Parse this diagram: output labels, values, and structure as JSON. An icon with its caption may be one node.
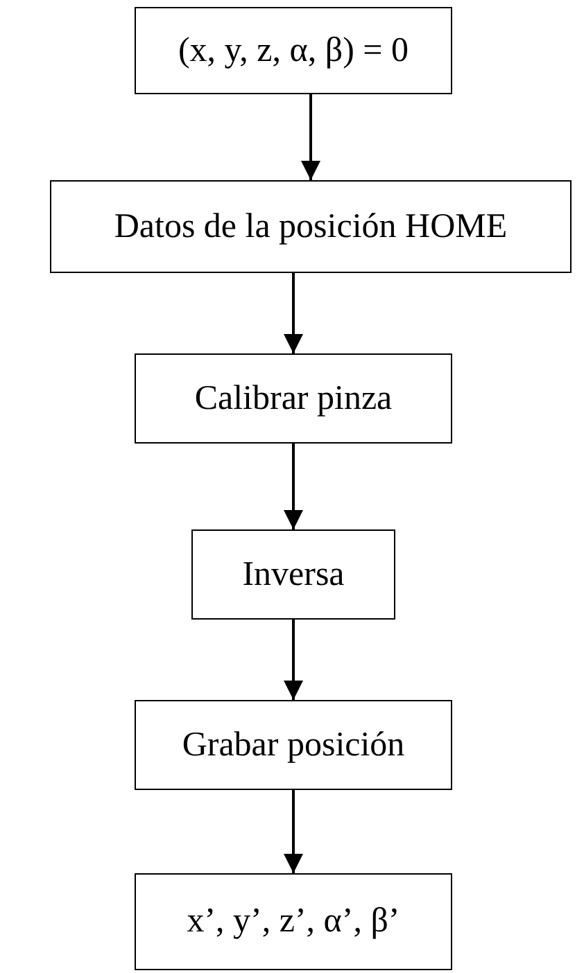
{
  "diagram": {
    "nodes": [
      {
        "text": [
          "(x, y, z, α, β) = 0"
        ]
      },
      {
        "text": [
          "Datos de la posición HOME"
        ]
      },
      {
        "text": [
          "Calibrar pinza"
        ]
      },
      {
        "text": [
          "Inversa"
        ]
      },
      {
        "text": [
          "Grabar posición"
        ]
      },
      {
        "text": [
          "x’, y’, z’, α’, β’"
        ]
      }
    ],
    "edges": [
      {
        "from": 0,
        "to": 1,
        "arrow": "to"
      },
      {
        "from": 1,
        "to": 2,
        "arrow": "to"
      },
      {
        "from": 2,
        "to": 3,
        "arrow": "to"
      },
      {
        "from": 3,
        "to": 4,
        "arrow": "to"
      },
      {
        "from": 4,
        "to": 5,
        "arrow": "to"
      }
    ]
  }
}
